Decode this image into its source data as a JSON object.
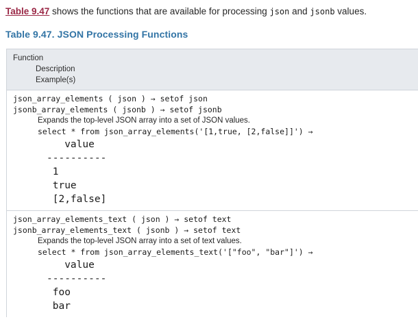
{
  "intro": {
    "xref_label": "Table 9.47",
    "text_before": " shows the functions that are available for processing ",
    "code_1": "json",
    "text_middle": " and ",
    "code_2": "jsonb",
    "text_after": " values."
  },
  "table": {
    "caption": "Table 9.47. JSON Processing Functions",
    "headers": {
      "function": "Function",
      "description": "Description",
      "examples": "Example(s)"
    },
    "rows": [
      {
        "signatures": [
          "json_array_elements ( json ) → setof json",
          "jsonb_array_elements ( jsonb ) → setof jsonb"
        ],
        "description": "Expands the top-level JSON array into a set of JSON values.",
        "example": "select * from json_array_elements('[1,true, [2,false]]') →",
        "result_header": "   value",
        "result_divider": "----------",
        "result_rows": [
          " 1",
          " true",
          " [2,false]"
        ]
      },
      {
        "signatures": [
          "json_array_elements_text ( json ) → setof text",
          "jsonb_array_elements_text ( jsonb ) → setof text"
        ],
        "description": "Expands the top-level JSON array into a set of text values.",
        "example": "select * from json_array_elements_text('[\"foo\", \"bar\"]') →",
        "result_header": "   value",
        "result_divider": "----------",
        "result_rows": [
          " foo",
          " bar"
        ]
      }
    ]
  },
  "colors": {
    "xref": "#9a2846",
    "caption": "#3274a5",
    "header_bg": "#e7eaee",
    "border": "#cfd4da",
    "text": "#1a1a1a"
  }
}
